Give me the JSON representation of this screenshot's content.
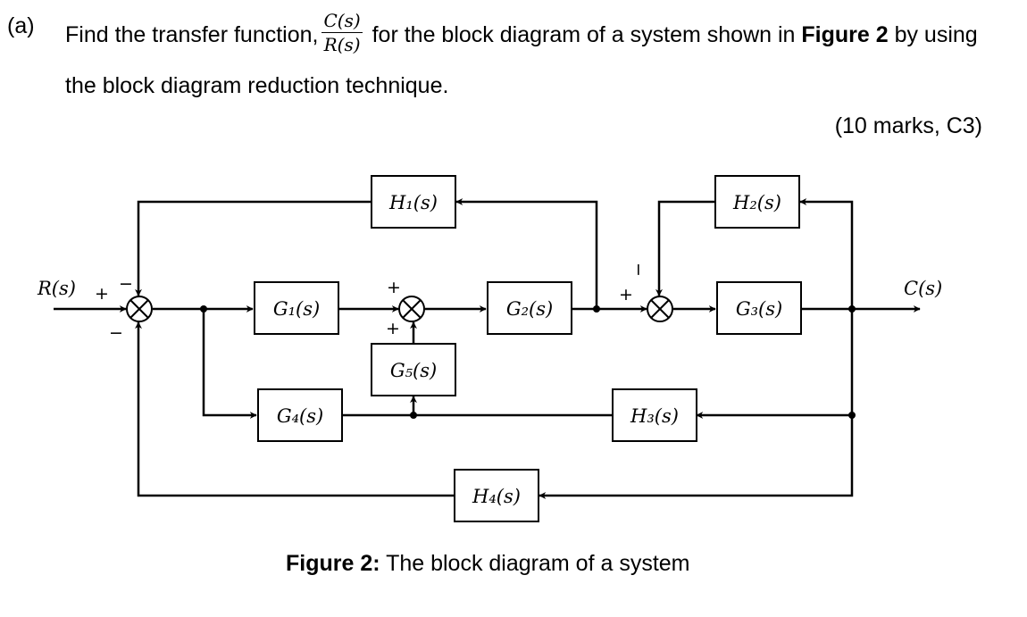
{
  "question": {
    "label": "(a)",
    "text_before": "Find the transfer function,",
    "fraction_numerator": "C(s)",
    "fraction_denominator": "R(s)",
    "text_middle": " for the block diagram of a system shown in ",
    "figure_ref": "Figure 2",
    "text_after": " by using",
    "line2": "the block diagram reduction technique.",
    "marks": "(10 marks, C3)"
  },
  "diagram": {
    "input_label": "R(s)",
    "output_label": "C(s)",
    "blocks": {
      "H1": "H₁(s)",
      "H2": "H₂(s)",
      "G1": "G₁(s)",
      "G2": "G₂(s)",
      "G3": "G₃(s)",
      "G4": "G₄(s)",
      "G5": "G₅(s)",
      "H3": "H₃(s)",
      "H4": "H₄(s)"
    },
    "signs": {
      "sum1_plus": "+",
      "sum1_top_minus": "−",
      "sum1_bottom_minus": "−",
      "sum2_top_plus": "+",
      "sum2_bottom_plus": "+",
      "sum3_left_plus": "+",
      "sum3_top_minus": "−"
    }
  },
  "caption": {
    "bold": "Figure 2:",
    "text": " The block diagram of a system"
  }
}
